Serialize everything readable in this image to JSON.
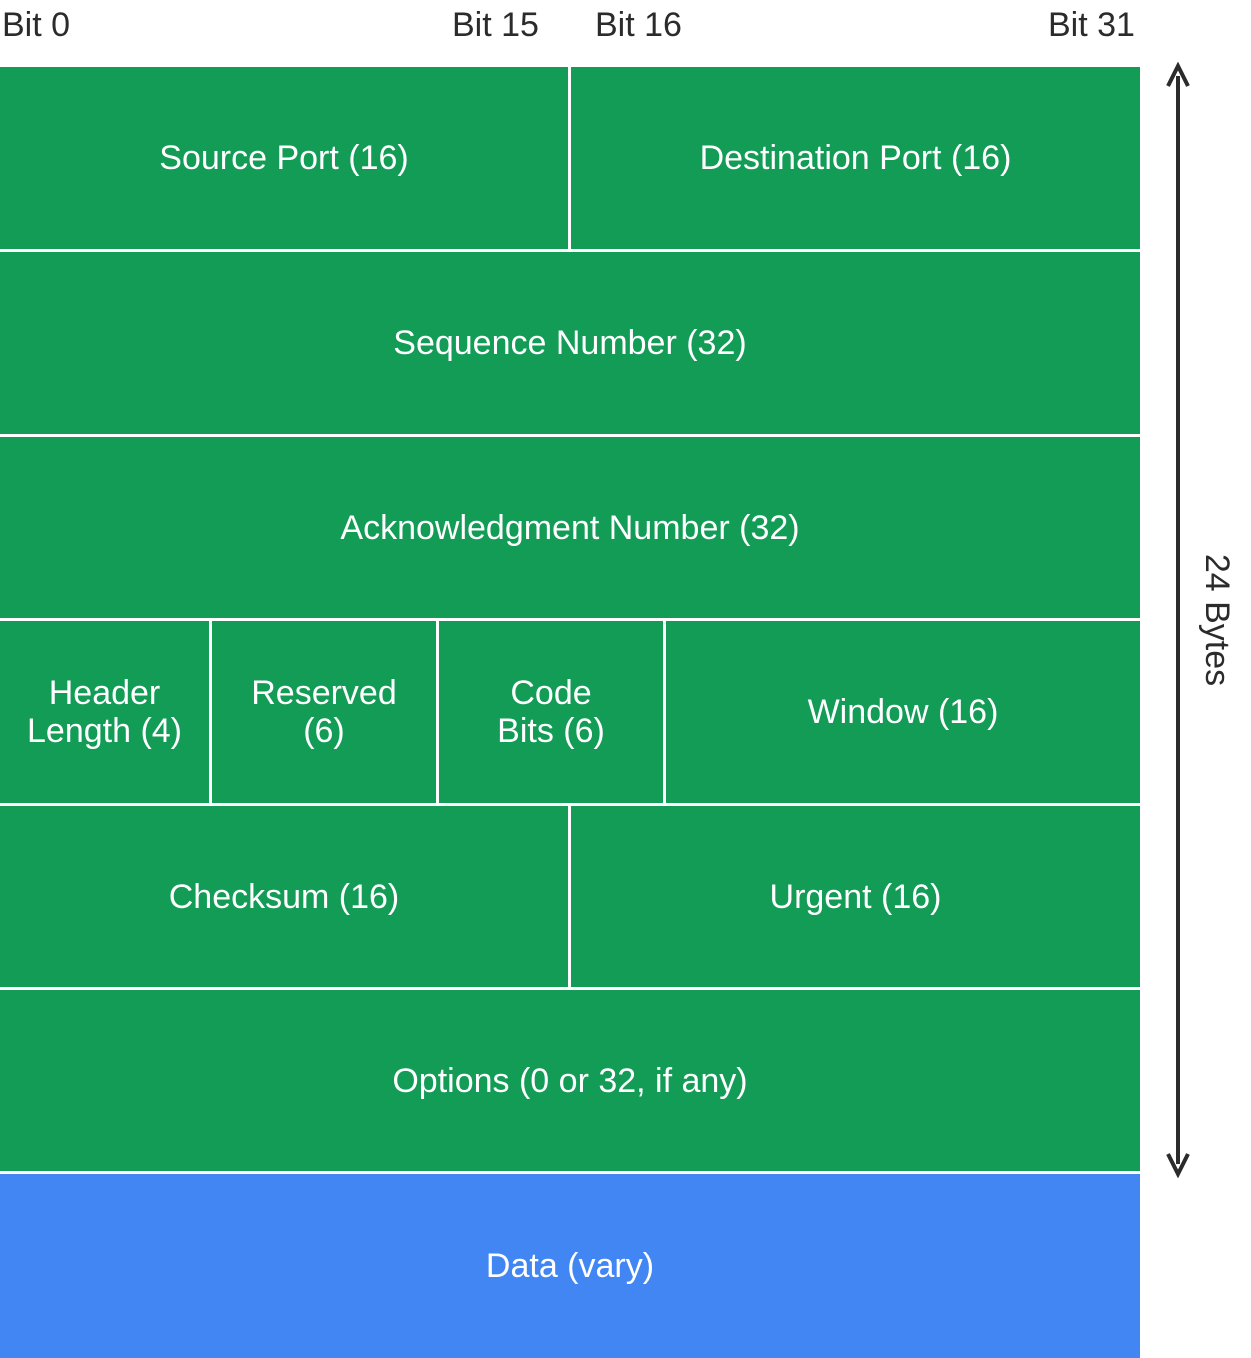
{
  "bit_labels": {
    "bit0": "Bit 0",
    "bit15": "Bit 15",
    "bit16": "Bit 16",
    "bit31": "Bit 31"
  },
  "fields": {
    "source_port": "Source Port (16)",
    "destination_port": "Destination Port (16)",
    "sequence_number": "Sequence Number (32)",
    "acknowledgment_number": "Acknowledgment Number (32)",
    "header_length": [
      "Header",
      "Length (4)"
    ],
    "reserved": [
      "Reserved",
      "(6)"
    ],
    "code_bits": [
      "Code",
      "Bits (6)"
    ],
    "window": "Window (16)",
    "checksum": "Checksum (16)",
    "urgent": "Urgent (16)",
    "options": "Options (0 or 32, if any)",
    "data": "Data (vary)"
  },
  "size_label": "24 Bytes",
  "colors": {
    "header_field": "#129c56",
    "data_field": "#4286f4",
    "divider": "#ffffff",
    "text_dark": "#2b2b2b"
  }
}
